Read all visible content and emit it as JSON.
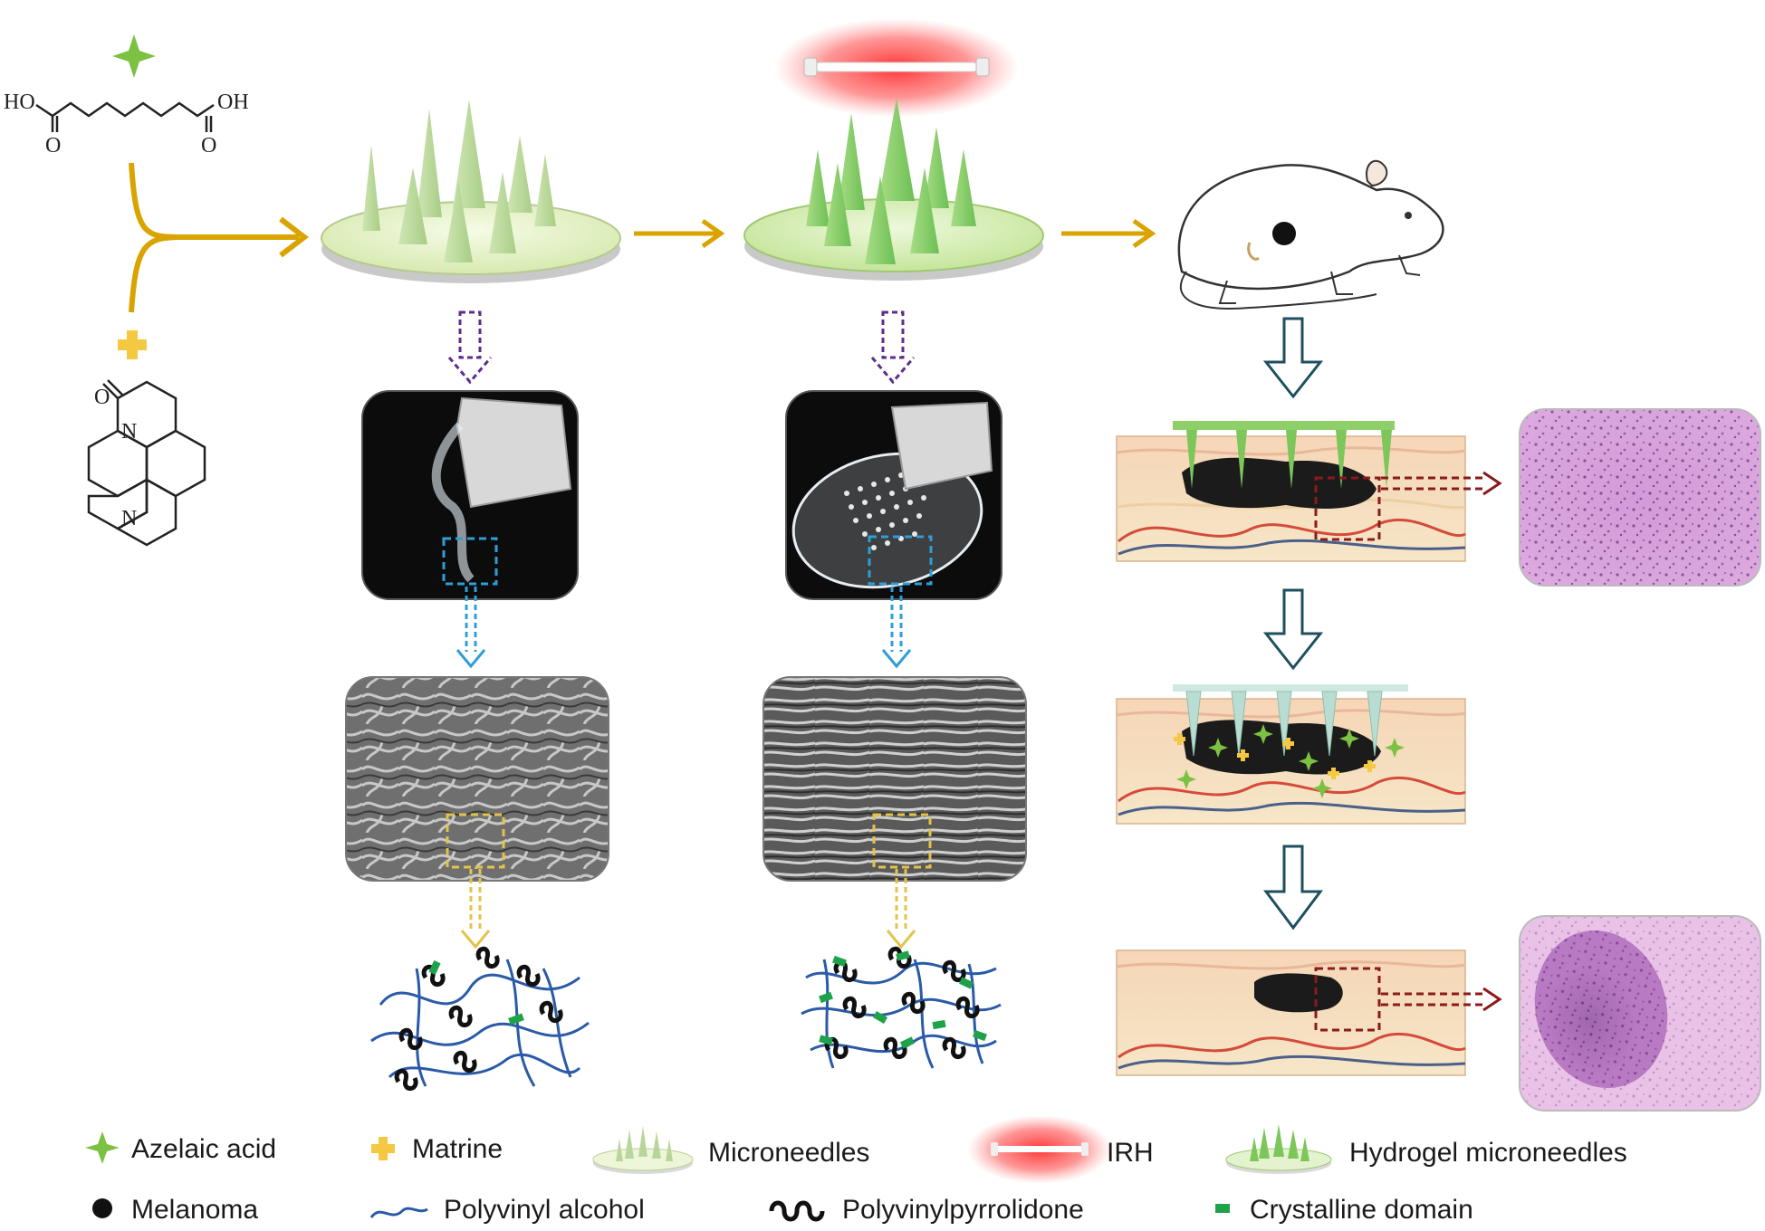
{
  "chemistry": {
    "azelaic_left": "HO",
    "azelaic_right": "OH",
    "oxygen": "O",
    "nitrogen": "N"
  },
  "legend": {
    "items": [
      {
        "label": "Azelaic acid",
        "icon": "green-star-icon"
      },
      {
        "label": "Matrine",
        "icon": "yellow-cross-icon"
      },
      {
        "label": "Microneedles",
        "icon": "microneedle-patch-icon"
      },
      {
        "label": "IRH",
        "icon": "infrared-heater-icon"
      },
      {
        "label": "Hydrogel microneedles",
        "icon": "hydrogel-microneedle-icon"
      },
      {
        "label": "Melanoma",
        "icon": "black-dot-icon"
      },
      {
        "label": "Polyvinyl alcohol",
        "icon": "blue-wave-icon"
      },
      {
        "label": "Polyvinylpyrrolidone",
        "icon": "black-wave-icon"
      },
      {
        "label": "Crystalline domain",
        "icon": "green-bar-icon"
      }
    ]
  },
  "colors": {
    "azelaic_acid": "#7cc142",
    "matrine": "#f5c842",
    "arrow_gold": "#d9a400",
    "arrow_purple": "#5b2d8c",
    "arrow_cyan": "#2f9ed8",
    "arrow_yellow": "#e3c34a",
    "arrow_darkred": "#8b1a1a",
    "arrow_teal": "#1f4f5f",
    "pva_blue": "#2a5aa8",
    "crystalline_green": "#1fa24a",
    "irh_red": "#ff3b3b",
    "needle_green": "#9ed27a",
    "skin": "#f5d9b0"
  }
}
